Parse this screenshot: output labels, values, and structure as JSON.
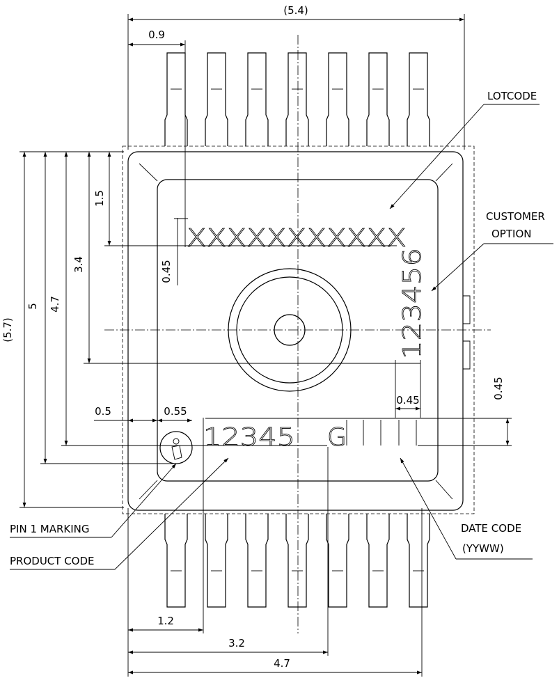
{
  "dimensions": {
    "overall_width": "(5.4)",
    "overall_height": "(5.7)",
    "lead_offset": "0.9",
    "lot_row_offset": "1.5",
    "lot_char_height": "0.45",
    "center_offset": "3.4",
    "code_row_offset": "4.7",
    "pin1_offset": "5",
    "pin1_x": "0.5",
    "product_x": "0.55",
    "code_char_height": "0.45",
    "date_char_height": "0.45",
    "product_start": "1.2",
    "date_start": "3.2",
    "date_end": "4.7"
  },
  "markings": {
    "lotcode": "XXXXXXXXXXX",
    "customer_option": "123456",
    "product_code": "12345",
    "generation": "G"
  },
  "labels": {
    "lotcode": "LOTCODE",
    "customer_option_1": "CUSTOMER",
    "customer_option_2": "OPTION",
    "pin1_marking": "PIN 1 MARKING",
    "product_code": "PRODUCT CODE",
    "date_code_1": "DATE CODE",
    "date_code_2": "(YYWW)"
  }
}
